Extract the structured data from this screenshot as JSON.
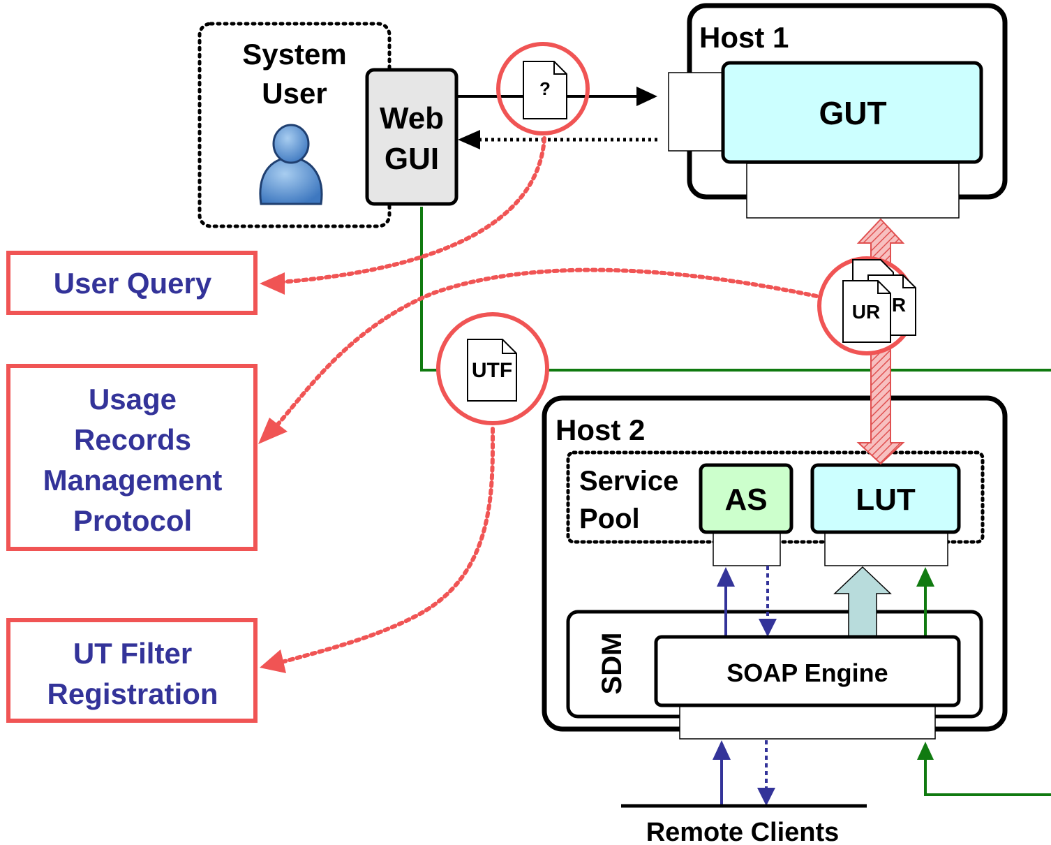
{
  "system_user": {
    "line1": "System",
    "line2": "User",
    "icon": "user-icon"
  },
  "web_gui": {
    "line1": "Web",
    "line2": "GUI"
  },
  "host1": {
    "title": "Host 1",
    "gut": "GUT"
  },
  "host2": {
    "title": "Host 2",
    "service_pool": {
      "line1": "Service",
      "line2": "Pool"
    },
    "as": "AS",
    "lut": "LUT",
    "sdm": "SDM",
    "soap_engine": "SOAP Engine"
  },
  "messages": {
    "query_doc": "?",
    "ur_back": "R",
    "ur_front": "UR",
    "utf_doc": "UTF"
  },
  "protocols": {
    "user_query": "User Query",
    "usage_records": {
      "line1": "Usage",
      "line2": "Records",
      "line3": "Management",
      "line4": "Protocol"
    },
    "ut_filter": {
      "line1": "UT Filter",
      "line2": "Registration"
    }
  },
  "remote_clients": "Remote Clients",
  "colors": {
    "protocol_red": "#f05454",
    "protocol_text": "#333399",
    "gut_fill": "#ccffff",
    "as_fill": "#ccffcc",
    "web_gui_fill": "#e6e6e6",
    "green_line": "#107a10",
    "blue_arrow": "#333399",
    "light_blue_arrow": "#b8dcdc"
  }
}
